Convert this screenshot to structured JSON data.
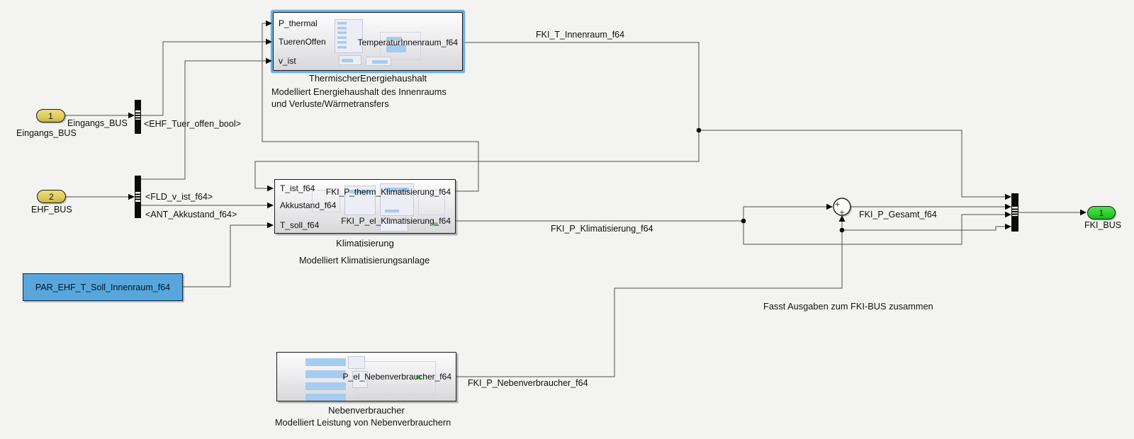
{
  "colors": {
    "background": "#f3f4f1",
    "wire": "#4f4f4f",
    "bus_bar": "#0b0b0b",
    "selection": "#6cb0e8",
    "block_border": "#1a1a1a",
    "inport_fill": "#ddcc5d",
    "outport_fill": "#2dd02d",
    "constant_fill": "#57a7de",
    "thumb_bar": "#a6ccef",
    "thumb_panel": "#ededf5"
  },
  "inports": {
    "one": {
      "number": "1",
      "label": "Eingangs_BUS"
    },
    "two": {
      "number": "2",
      "label": "EHF_BUS"
    }
  },
  "outports": {
    "one": {
      "number": "1",
      "label": "FKI_BUS"
    }
  },
  "bus_selector_tags": {
    "tuer_offen": "<EHF_Tuer_offen_bool>",
    "v_ist": "<FLD_v_ist_f64>",
    "akkustand": "<ANT_Akkustand_f64>"
  },
  "blocks": {
    "thermischer": {
      "name": "ThermischerEnergiehaushalt",
      "inputs": [
        "P_thermal",
        "TuerenOffen",
        "v_ist"
      ],
      "outputs": [
        "TemperaturInnenraum_f64"
      ],
      "desc_line1": "Modelliert Energiehaushalt des Innenraums",
      "desc_line2": "und Verluste/Wärmetransfers"
    },
    "klimatisierung": {
      "name": "Klimatisierung",
      "inputs": [
        "T_ist_f64",
        "Akkustand_f64",
        "T_soll_f64"
      ],
      "outputs": [
        "FKI_P_therm_Klimatisierung_f64",
        "FKI_P_el_Klimatisierung_f64"
      ],
      "desc": "Modelliert Klimatisierungsanlage"
    },
    "nebenverbraucher": {
      "name": "Nebenverbraucher",
      "outputs": [
        "P_el_Nebenverbraucher_f64"
      ],
      "desc": "Modelliert Leistung von Nebenverbrauchern"
    },
    "constant": {
      "label": "PAR_EHF_T_Soll_Innenraum_f64"
    }
  },
  "signal_labels": {
    "eingangs_bus": "Eingangs_BUS",
    "fki_t_innenraum": "FKI_T_Innenraum_f64",
    "fki_p_klimatisierung": "FKI_P_Klimatisierung_f64",
    "fki_p_gesamt": "FKI_P_Gesamt_f64",
    "fki_p_nebenverbraucher": "FKI_P_Nebenverbraucher_f64"
  },
  "annotations": {
    "fki_bus_note": "Fasst Ausgaben zum FKI-BUS zusammen"
  },
  "sum_block": {
    "sign_left": "+",
    "sign_bottom": "+"
  }
}
